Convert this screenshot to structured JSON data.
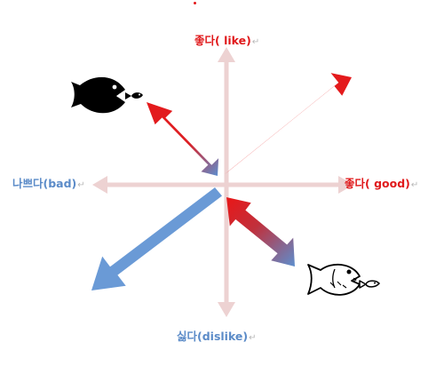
{
  "labels": {
    "top": "좋다( like)",
    "left": "나쁘다(bad)",
    "right": "좋다( good)",
    "bottom": "싫다(dislike)",
    "return_mark": "↵"
  },
  "colors": {
    "axis": "#edd2d2",
    "red": "#e41a1c",
    "blue": "#6a9ad6",
    "label_red": "#e0191b",
    "label_blue": "#5b8bc8",
    "fish_dark": "#000000",
    "fish_outline": "#000000"
  },
  "icons": {
    "fish_top_left": "big-black-fish-eating-small-fish-icon",
    "fish_bottom_right": "outlined-fish-eating-small-fish-icon"
  }
}
